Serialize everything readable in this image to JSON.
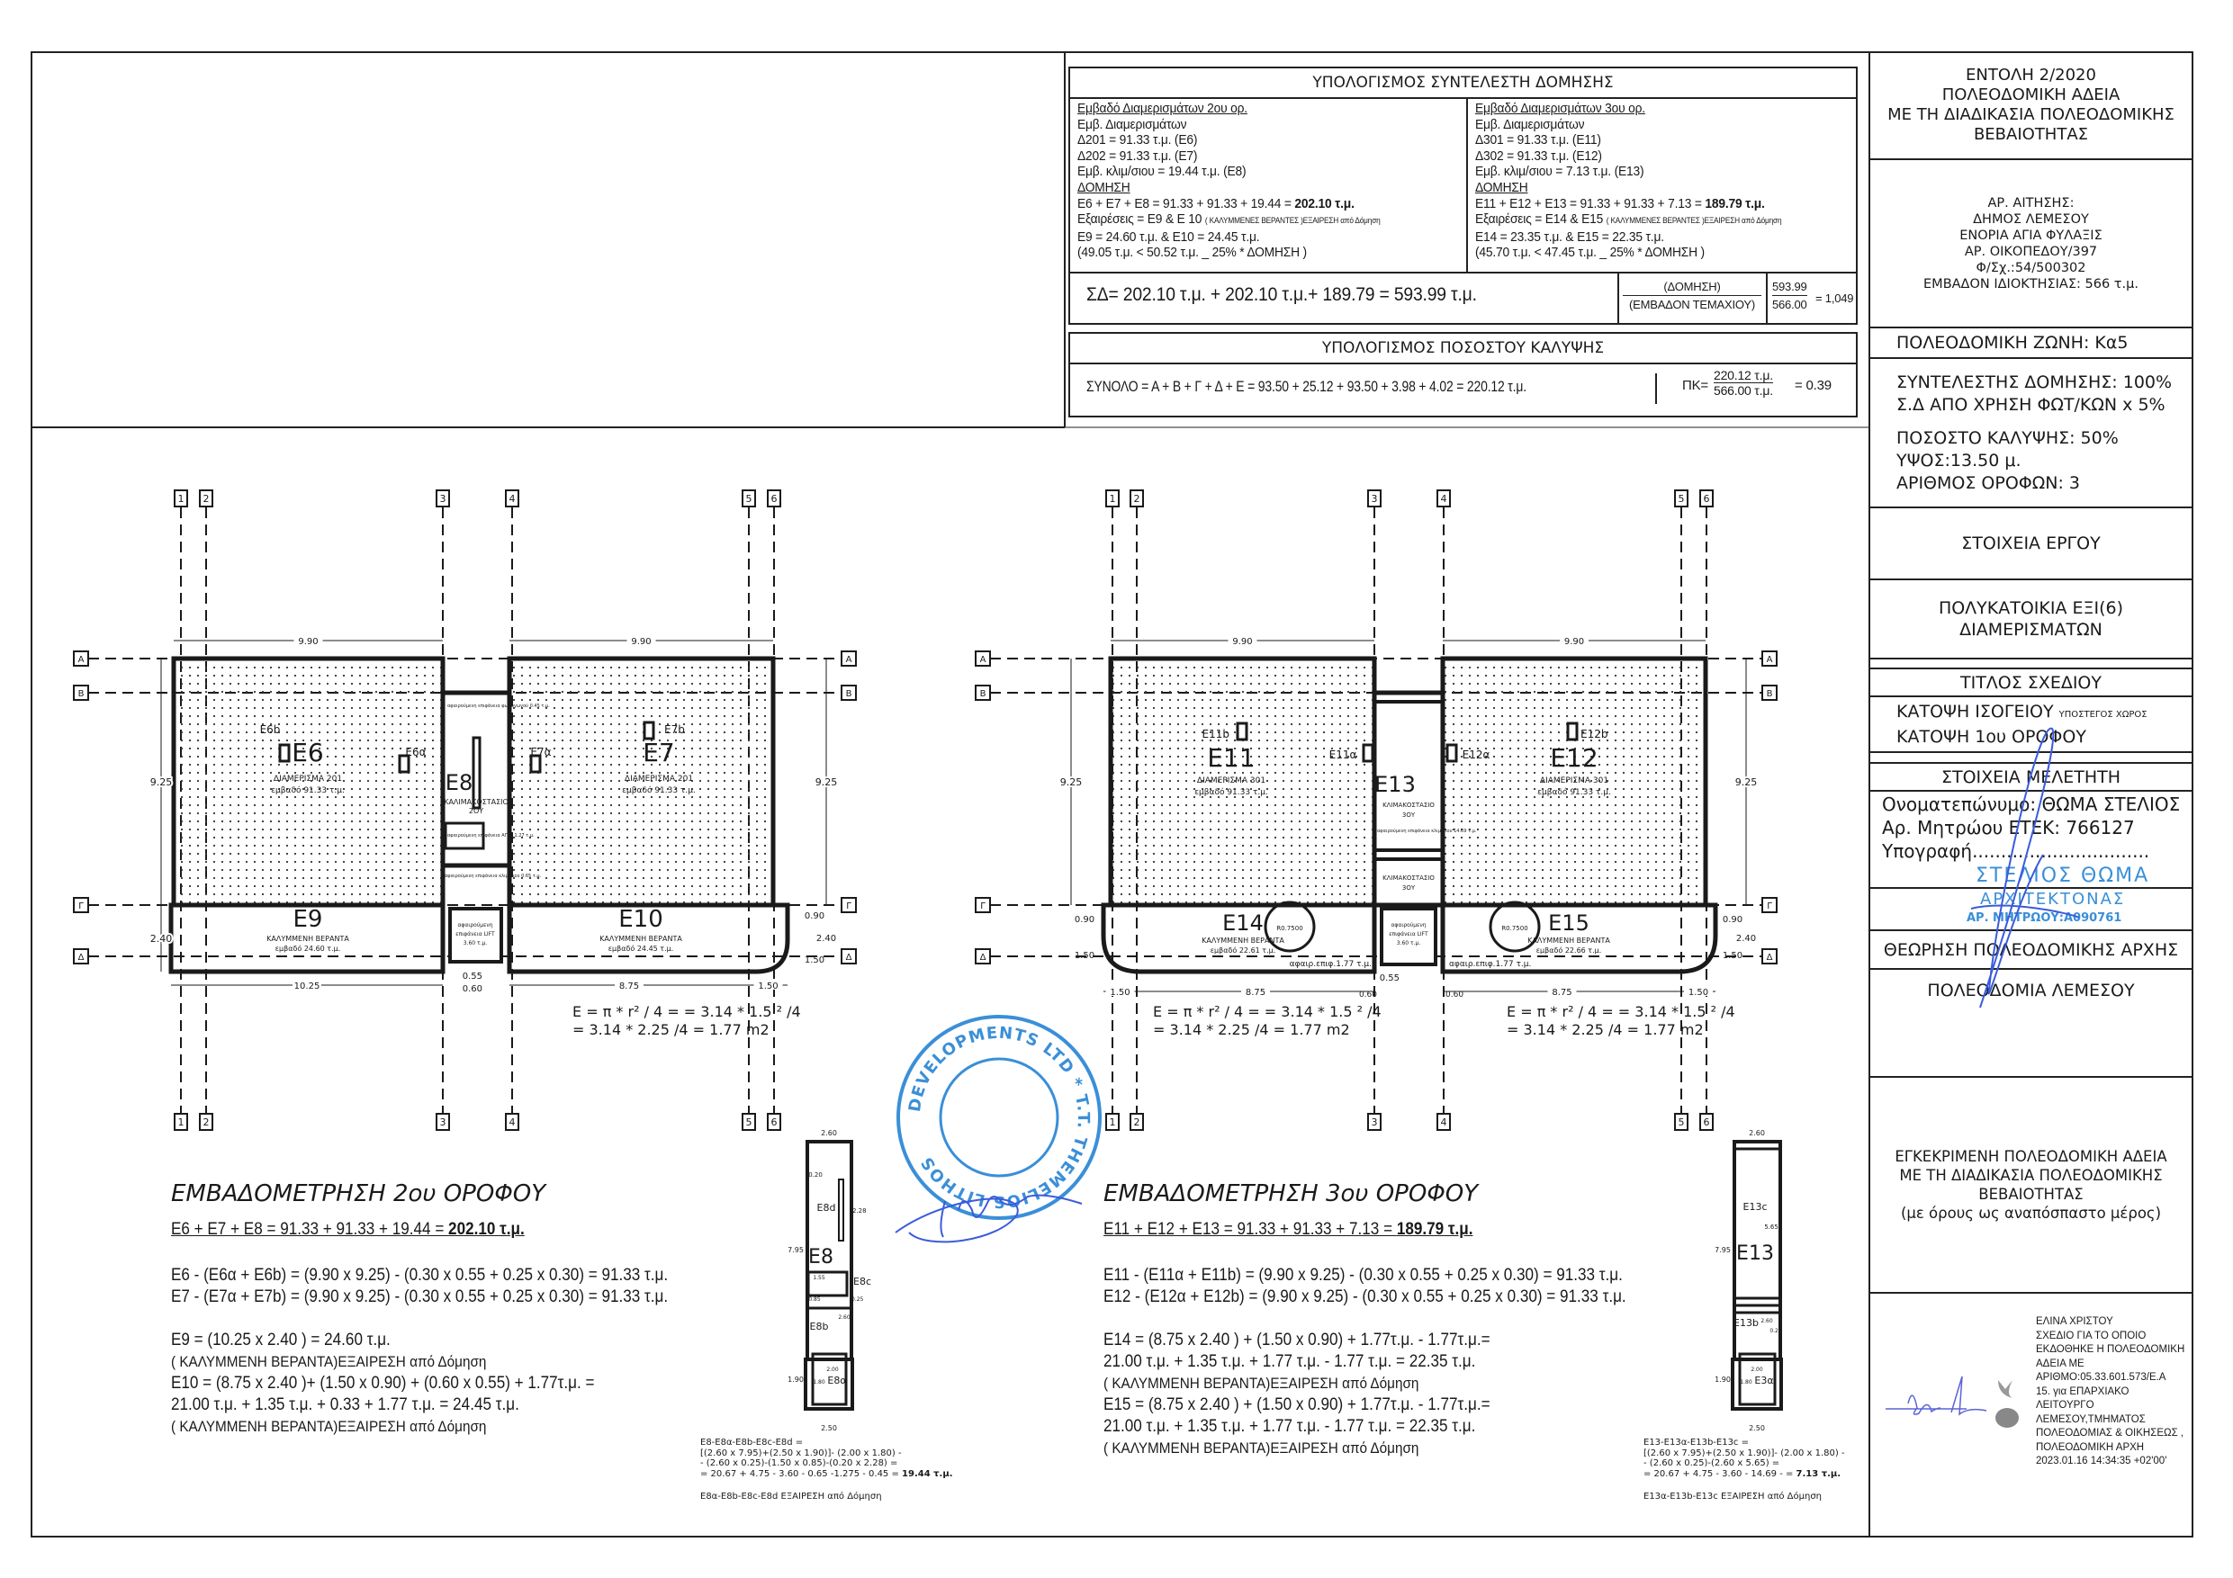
{
  "calc_table": {
    "title": "ΥΠΟΛΟΓΙΣΜΟΣ ΣΥΝΤΕΛΕΣΤΗ ΔΟΜΗΣΗΣ",
    "left": {
      "heading": "Εμβαδό Διαμερισμάτων 2ου ορ.",
      "l1": "Εμβ. Διαμερισμάτων",
      "l2": "Δ201 =  91.33 τ.μ. (Ε6)",
      "l3": "Δ202 =  91.33 τ.μ. (Ε7)",
      "l4": "Εμβ. κλιμ/σιου  = 19.44 τ.μ. (Ε8)",
      "domisi": "ΔΟΜΗΣΗ",
      "sum": "Ε6 + Ε7 + Ε8 = 91.33 + 91.33 + 19.44  = ",
      "sum_bold": "202.10 τ.μ.",
      "exc": "Εξαιρέσεις =  Ε9 &  Ε 10 ",
      "exc_small": "( ΚΑΛΥΜΜΕΝΕΣ ΒΕΡΑΝΤΕΣ )ΕΞΑΙΡΕΣΗ από Δόμηση",
      "l5": "Ε9 =  24.60 τ.μ. & Ε10 = 24.45 τ.μ.",
      "l6": "(49.05 τ.μ. < 50.52 τ.μ. _ 25% * ΔΟΜΗΣΗ )"
    },
    "right": {
      "heading": "Εμβαδό Διαμερισμάτων 3ου ορ.",
      "l1": "Εμβ. Διαμερισμάτων",
      "l2": "Δ301 =  91.33 τ.μ. (Ε11)",
      "l3": "Δ302 =  91.33 τ.μ. (Ε12)",
      "l4": "Εμβ. κλιμ/σιου  = 7.13 τ.μ. (Ε13)",
      "domisi": "ΔΟΜΗΣΗ",
      "sum": "Ε11 + Ε12 + Ε13 = 91.33 + 91.33 + 7.13   = ",
      "sum_bold": "189.79 τ.μ.",
      "exc": "Εξαιρέσεις =  Ε14  &  Ε15 ",
      "exc_small": "( ΚΑΛΥΜΜΕΝΕΣ ΒΕΡΑΝΤΕΣ )ΕΞΑΙΡΕΣΗ από Δόμηση",
      "l5": "Ε14 =  23.35 τ.μ. & Ε15 = 22.35 τ.μ.",
      "l6": "(45.70 τ.μ. < 47.45 τ.μ. _ 25% * ΔΟΜΗΣΗ )"
    },
    "total": "ΣΔ= 202.10 τ.μ. + 202.10 τ.μ.+ 189.79 = 593.99 τ.μ.",
    "ratio_num": "(ΔΟΜΗΣΗ)",
    "ratio_den": "(ΕΜΒΑΔΟΝ  ΤΕΜΑΧΙΟΥ)",
    "value_num": "593.99",
    "value_den": "566.00",
    "value_result": "= 1,049"
  },
  "coverage_table": {
    "title": "ΥΠΟΛΟΓΙΣΜΟΣ ΠΟΣΟΣΤΟΥ ΚΑΛΥΨΗΣ",
    "formula": "ΣΥΝΟΛΟ = Α + Β + Γ + Δ + Ε = 93.50 + 25.12 + 93.50 + 3.98 + 4.02 = 220.12 τ.μ.",
    "pk_label": "ΠΚ=",
    "num": "220.12 τ.μ.",
    "den": "566.00 τ.μ.",
    "result": "= 0.39"
  },
  "title_block": {
    "order": [
      "ΕΝΤΟΛΗ 2/2020",
      "ΠΟΛΕΟΔΟΜΙΚΗ ΑΔΕΙΑ",
      "ΜΕ ΤΗ ΔΙΑΔΙΚΑΣΙΑ ΠΟΛΕΟΔΟΜΙΚΗΣ",
      "ΒΕΒΑΙΟΤΗΤΑΣ"
    ],
    "application": [
      "ΑΡ. ΑΙΤΗΣΗΣ:",
      "ΔΗΜΟΣ ΛΕΜΕΣΟΥ",
      "ΕΝΟΡΙΑ ΑΓΙΑ ΦΥΛΑΞΙΣ",
      "ΑΡ. ΟΙΚΟΠΕΔΟΥ/397",
      "Φ/Σχ.:54/500302",
      "ΕΜΒΑΔΟΝ ΙΔΙΟΚΤΗΣΙΑΣ: 566 τ.μ."
    ],
    "zone": "ΠΟΛΕΟΔΟΜΙΚΗ ΖΩΝΗ: Κα5",
    "params": [
      "ΣΥΝΤΕΛΕΣΤΗΣ ΔΟΜΗΣΗΣ: 100%",
      "Σ.Δ ΑΠΟ ΧΡΗΣΗ ΦΩΤ/ΚΩΝ  x 5%",
      "ΠΟΣΟΣΤΟ ΚΑΛΥΨΗΣ: 50%",
      "ΥΨΟΣ:13.50 μ.",
      "ΑΡΙΘΜΟΣ ΟΡΟΦΩΝ: 3"
    ],
    "project_heading": "ΣΤΟΙΧΕΙΑ ΕΡΓΟΥ",
    "project": [
      "ΠΟΛΥΚΑΤΟΙΚΙΑ ΕΞΙ(6)",
      "ΔΙΑΜΕΡΙΣΜΑΤΩΝ"
    ],
    "drawing_title_heading": "ΤΙΤΛΟΣ ΣΧΕΔΙΟΥ",
    "drawing_title_1": "ΚΑΤΟΨΗ  ΙΣΟΓΕΙΟΥ ",
    "drawing_title_1_small": "ΥΠΟΣΤΕΓΟΣ ΧΩΡΟΣ",
    "drawing_title_2": "ΚΑΤΟΨΗ  1ου ΟΡΟΦΟΥ",
    "designer_heading": "ΣΤΟΙΧΕΙΑ ΜΕΛΕΤΗΤΗ",
    "designer_name": "Ονοματεπώνυμο: ΘΩΜΑ ΣΤΕΛΙΟΣ",
    "designer_reg": "Αρ. Μητρώου ΕΤΕΚ: 766127",
    "designer_signature": "Υπογραφή...............................",
    "architect_stamp": [
      "ΣΤΕΛΙΟΣ ΘΩΜΑ",
      "ΑΡΧΙΤΕΚΤΟΝΑΣ",
      "ΑΡ. ΜΗΤΡΩΟΥ:Α090761"
    ],
    "authority_heading": "ΘΕΩΡΗΣΗ ΠΟΛΕΟΔΟΜΙΚΗΣ ΑΡΧΗΣ",
    "authority": "ΠΟΛΕΟΔΟΜΙΑ ΛΕΜΕΣΟΥ",
    "approved": [
      "ΕΓΚΕΚΡΙΜΕΝΗ ΠΟΛΕΟΔΟΜΙΚΗ ΑΔΕΙΑ",
      "ΜΕ ΤΗ ΔΙΑΔΙΚΑΣΙΑ ΠΟΛΕΟΔΟΜΙΚΗΣ",
      "ΒΕΒΑΙΟΤΗΤΑΣ",
      "(με όρους ως αναπόσπαστο μέρος)"
    ],
    "digital_signature": [
      "ΕΛΙΝΑ ΧΡΙΣΤΟΥ",
      "ΣΧΕΔΙΟ ΓΙΑ ΤΟ ΟΠΟΙΟ",
      "ΕΚΔΟΘΗΚΕ Η ΠΟΛΕΟΔΟΜΙΚΗ",
      "ΑΔΕΙΑ ΜΕ",
      "ΑΡΙΘΜΟ:05.33.601.573/Ε.Α",
      "15. για ΕΠΑΡΧΙΑΚΟ",
      "ΛΕΙΤΟΥΡΓΟ",
      "ΛΕΜΕΣΟΥ,ΤΜΗΜΑΤΟΣ",
      "ΠΟΛΕΟΔΟΜΙΑΣ & ΟΙΚΗΣΕΩΣ ,",
      "ΠΟΛΕΟΔΟΜΙΚΗ ΑΡΧΗ",
      "2023.01.16 14:34:35 +02'00'"
    ]
  },
  "plans": {
    "grid_cols": [
      "1",
      "2",
      "3",
      "4",
      "5",
      "6"
    ],
    "grid_rows": [
      "Α",
      "Β",
      "Γ",
      "Δ"
    ],
    "floor2": {
      "dim_top": "9.90",
      "dim_height": "9.25",
      "dim_e9": "10.25",
      "dim_e10": "8.75",
      "dim_corner": "1.50",
      "dim_055": "0.55",
      "dim_060": "0.60",
      "dim_090": "0.90",
      "dim_240": "2.40",
      "dim_150": "1.50",
      "e6": "Ε6",
      "e6_desc": "ΔΙΑΜΕΡΙΣΜΑ 201",
      "e6_area": "εμβαδό 91.33 τ.μ.",
      "e6a": "Ε6α",
      "e6b": "Ε6b",
      "e7": "Ε7",
      "e7_desc": "ΔΙΑΜΕΡΙΣΜΑ 201",
      "e7_area": "εμβαδό 91.33 τ.μ.",
      "e7a": "Ε7α",
      "e7b": "Ε7b",
      "e8": "Ε8",
      "e8_desc1": "ΚΑΛΙΜΑΚΟΣΤΑΣΙΟ",
      "e8_desc2": "2ΟΥ",
      "e8_note1": "αφαιρούμενη επιφάνεια φωταγωγού 0.45 τ.μ.",
      "e8_note2": "αφαιρούμενη επιφάνεια ΑΓΡΑ 1.27 τ.μ.",
      "e8_note3": "αφαιρούμενη επιφάνεια κλιμ/σιου 0.65 τ.μ.",
      "lift": [
        "αφαιρούμενη",
        "επιφάνεια LIFT",
        "3.60 τ.μ."
      ],
      "e9": "Ε9",
      "e9_desc": "ΚΑΛΥΜΜΕΝΗ ΒΕΡΑΝΤΑ",
      "e9_area": "εμβαδό 24.60 τ.μ.",
      "e10": "Ε10",
      "e10_desc": "ΚΑΛΥΜΜΕΝΗ ΒΕΡΑΝΤΑ",
      "e10_area": "εμβαδό 24.45 τ.μ.",
      "formula1": "E = π *  r² / 4 =  = 3.14 * 1.5 ² /4",
      "formula2": "=  3.14 * 2.25 /4 = 1.77 m2"
    },
    "floor3": {
      "dim_top": "9.90",
      "dim_height": "9.25",
      "dim_875": "8.75",
      "dim_150": "1.50",
      "dim_060": "0.60",
      "dim_055": "0.55",
      "dim_090": "0.90",
      "dim_240": "2.40",
      "e11": "Ε11",
      "e11_desc": "ΔΙΑΜΕΡΙΣΜΑ 301",
      "e11_area": "εμβαδό 91.33 τ.μ.",
      "e11a": "Ε11α",
      "e11b": "Ε11b",
      "e12": "Ε12",
      "e12_desc": "ΔΙΑΜΕΡΙΣΜΑ 301",
      "e12_area": "εμβαδό 91.33 τ.μ.",
      "e12a": "Ε12α",
      "e12b": "Ε12b",
      "e13": "Ε13",
      "e13_desc1": "ΚΛΙΜΑΚΟΣΤΑΣΙΟ",
      "e13_desc2": "3ΟΥ",
      "e13_note": "αφαιρούμενη επιφάνεια κλιμ/σιου 14.69 τ.μ.",
      "e13_lower1": "ΚΛΙΜΑΚΟΣΤΑΣΙΟ",
      "e13_lower2": "3ΟΥ",
      "lift": [
        "αφαιρούμενη",
        "επιφάνεια LIFT",
        "3.60 τ.μ."
      ],
      "e14": "Ε14",
      "e14_desc": "ΚΑΛΥΜΜΕΝΗ ΒΕΡΑΝΤΑ",
      "e14_area": "εμβαδό 22.61 τ.μ.",
      "e15": "Ε15",
      "e15_desc": "ΚΑΛΥΜΜΕΝΗ ΒΕΡΑΝΤΑ",
      "e15_area": "εμβαδό 22.66 τ.μ.",
      "radius": "R0.7500",
      "deduct": "αφαιρ.επιφ.1.77 τ.μ.",
      "formula1": "E = π *  r² / 4 =  = 3.14 * 1.5 ² /4",
      "formula2": "=  3.14 * 2.25 /4 = 1.77 m2"
    }
  },
  "area_calcs": {
    "floor2": {
      "title": "ΕΜΒΑΔΟΜΕΤΡΗΣΗ 2ου ΟΡΟΦΟΥ",
      "total": "Ε6 + Ε7 + Ε8 = 91.33 + 91.33 + 19.44   = ",
      "total_bold": "202.10 τ.μ.",
      "lines": [
        "Ε6 - (Ε6α + Ε6b) = (9.90 x 9.25) - (0.30 x 0.55 + 0.25 x 0.30) = 91.33 τ.μ.",
        "Ε7 - (Ε7α + Ε7b) = (9.90 x 9.25) - (0.30 x 0.55 + 0.25 x 0.30) = 91.33 τ.μ.",
        "Ε9 = (10.25 x 2.40 )  =  24.60 τ.μ.",
        " ( ΚΑΛΥΜΜΕΝΗ ΒΕΡΑΝΤΑ)ΕΞΑΙΡΕΣΗ από Δόμηση",
        "Ε10 = (8.75 x 2.40 )+ (1.50 x 0.90) + (0.60 x 0.55) + 1.77τ.μ.  =",
        "21.00 τ.μ. + 1.35 τ.μ. + 0.33 + 1.77 τ.μ.  =  24.45 τ.μ.",
        " ( ΚΑΛΥΜΜΕΝΗ ΒΕΡΑΝΤΑ)ΕΞΑΙΡΕΣΗ από Δόμηση"
      ]
    },
    "floor3": {
      "title": "ΕΜΒΑΔΟΜΕΤΡΗΣΗ 3ου ΟΡΟΦΟΥ",
      "total": "Ε11 + Ε12 + Ε13 = 91.33 + 91.33 + 7.13  = ",
      "total_bold": "189.79 τ.μ.",
      "lines": [
        "Ε11 - (Ε11α + Ε11b) = (9.90 x 9.25) - (0.30 x 0.55 + 0.25 x 0.30) = 91.33 τ.μ.",
        "Ε12 - (Ε12α + Ε12b) = (9.90 x 9.25) - (0.30 x 0.55 + 0.25 x 0.30) = 91.33 τ.μ.",
        "Ε14 = (8.75 x 2.40 ) + (1.50 x 0.90) + 1.77τ.μ. - 1.77τ.μ.=",
        "21.00 τ.μ. + 1.35 τ.μ. + 1.77 τ.μ. - 1.77 τ.μ. =  22.35 τ.μ.",
        " ( ΚΑΛΥΜΜΕΝΗ ΒΕΡΑΝΤΑ)ΕΞΑΙΡΕΣΗ από Δόμηση",
        "Ε15 = (8.75 x 2.40 ) + (1.50 x 0.90) + 1.77τ.μ. - 1.77τ.μ.=",
        "21.00 τ.μ. + 1.35 τ.μ. + 1.77 τ.μ. - 1.77 τ.μ. =  22.35 τ.μ.",
        " ( ΚΑΛΥΜΜΕΝΗ ΒΕΡΑΝΤΑ)ΕΞΑΙΡΕΣΗ από Δόμηση"
      ]
    }
  },
  "details": {
    "e8": {
      "labels": {
        "main": "Ε8",
        "a": "Ε8α",
        "b": "Ε8b",
        "c": "Ε8c",
        "d": "Ε8d"
      },
      "dims": {
        "top": "2.60",
        "bottom": "2.50",
        "height": "7.95",
        "lower": "1.90",
        "d_w": "0.20",
        "d_h": "2.28",
        "c_w": "1.55",
        "c_h": "0.85",
        "gap": "0.25",
        "b_w": "2.60",
        "a_w": "2.00",
        "a_h": "1.80"
      },
      "formula": [
        "Ε8-Ε8α-Ε8b-Ε8c-Ε8d  =",
        "[(2.60 x 7.95)+(2.50 x 1.90)]- (2.00 x 1.80) -",
        "- (2.60 x 0.25)-(1.50 x 0.85)-(0.20 x 2.28) =",
        "= 20.67 + 4.75 - 3.60 - 0.65 -1.275 - 0.45 = "
      ],
      "result": "19.44 τ.μ.",
      "note": "Ε8α-Ε8b-Ε8c-Ε8d ΕΞΑΙΡΕΣΗ από Δόμηση"
    },
    "e13": {
      "labels": {
        "main": "Ε13",
        "a": "Ε3α",
        "b": "Ε13b",
        "c": "Ε13c"
      },
      "dims": {
        "top": "2.60",
        "bottom": "2.50",
        "height": "7.95",
        "lower": "1.90",
        "c_h": "5.65",
        "b_w": "2.60",
        "gap": "0.25",
        "a_w": "2.00",
        "a_h": "1.80"
      },
      "formula": [
        "Ε13-Ε13α-Ε13b-Ε13c  =",
        "[(2.60 x 7.95)+(2.50 x 1.90)]- (2.00 x 1.80) -",
        "- (2.60 x 0.25)-(2.60 x 5.65) =",
        "= 20.67 + 4.75 - 3.60 - 14.69 - = "
      ],
      "result": "7.13 τ.μ.",
      "note": "Ε13α-Ε13b-Ε13c ΕΞΑΙΡΕΣΗ από Δόμηση"
    }
  },
  "stamp": {
    "text": "DEVELOPMENTS LTD * T.T. THEMELIOS LITHOS",
    "signature": "Trylonos"
  },
  "colors": {
    "ink": "#1a1a1a",
    "stamp_blue": "#3a8fd8",
    "signature_blue": "#3b5bdb"
  }
}
